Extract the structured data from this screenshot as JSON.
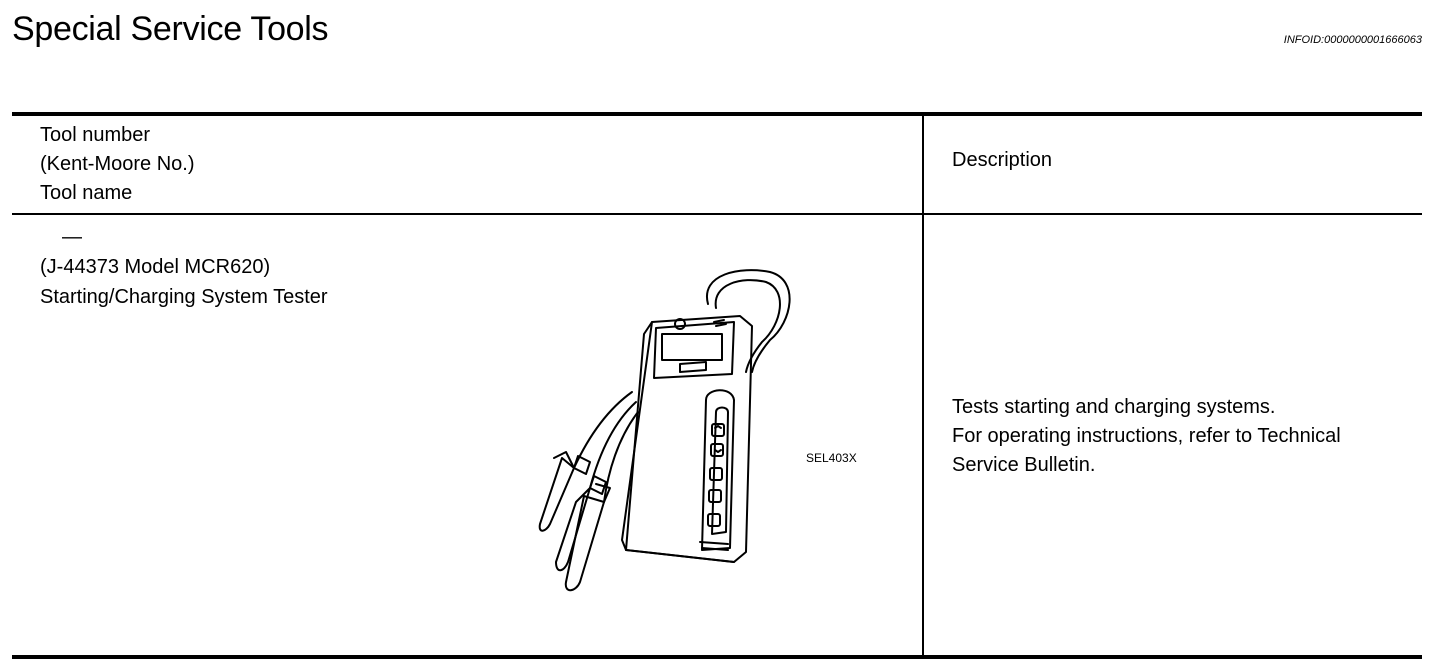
{
  "header": {
    "title": "Special Service Tools",
    "info_id": "INFOID:0000000001666063"
  },
  "table": {
    "columns": {
      "left": [
        "Tool number",
        "(Kent-Moore No.)",
        "Tool name"
      ],
      "right": "Description"
    },
    "rows": [
      {
        "tool_number": "—",
        "kent_moore_no": "(J-44373 Model MCR620)",
        "tool_name": "Starting/Charging System Tester",
        "figure_code": "SEL403X",
        "description": [
          "Tests starting and charging systems.",
          "For operating instructions, refer to Technical",
          "Service Bulletin."
        ]
      }
    ]
  }
}
